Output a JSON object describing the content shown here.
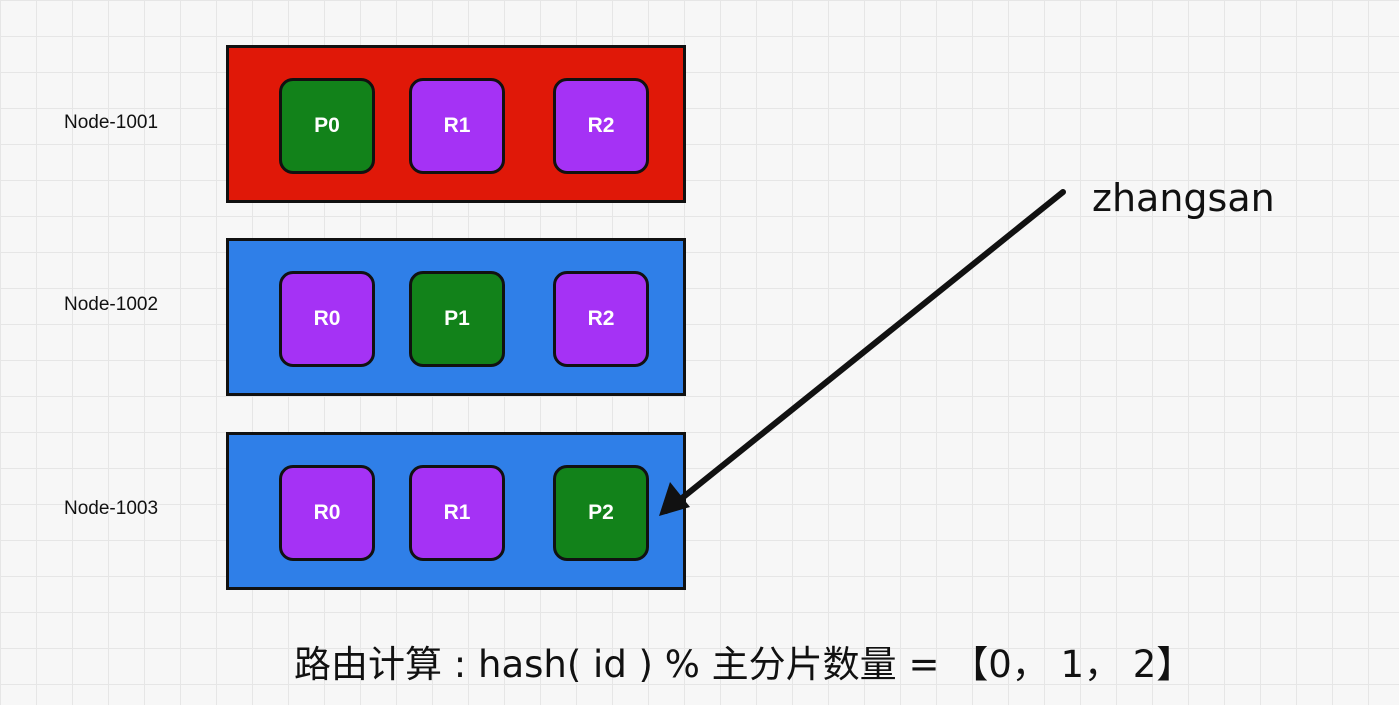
{
  "nodes": [
    {
      "label": "Node-1001",
      "color": "#e01808",
      "shards": [
        {
          "label": "P0",
          "kind": "primary"
        },
        {
          "label": "R1",
          "kind": "replica"
        },
        {
          "label": "R2",
          "kind": "replica"
        }
      ]
    },
    {
      "label": "Node-1002",
      "color": "#2f7fe8",
      "shards": [
        {
          "label": "R0",
          "kind": "replica"
        },
        {
          "label": "P1",
          "kind": "primary"
        },
        {
          "label": "R2",
          "kind": "replica"
        }
      ]
    },
    {
      "label": "Node-1003",
      "color": "#2f7fe8",
      "shards": [
        {
          "label": "R0",
          "kind": "replica"
        },
        {
          "label": "R1",
          "kind": "replica"
        },
        {
          "label": "P2",
          "kind": "primary"
        }
      ]
    }
  ],
  "colors": {
    "primary": "#12821a",
    "replica": "#a532f5"
  },
  "key_label": "zhangsan",
  "formula": "路由计算 : hash( id ) % 主分片数量 = 【0， 1， 2】"
}
